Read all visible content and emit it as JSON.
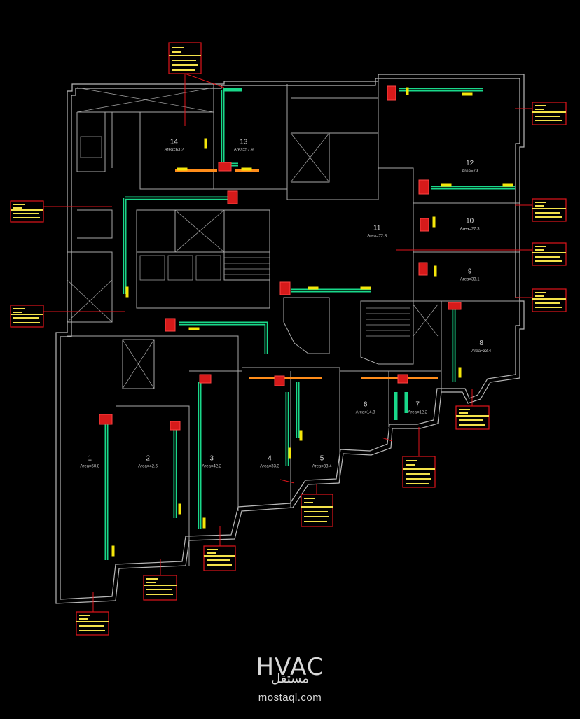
{
  "drawing": {
    "rooms": [
      {
        "id": "room-14",
        "number": "14",
        "area": "Area=63.2",
        "nx": 0.3,
        "ny": 0.2
      },
      {
        "id": "room-13",
        "number": "13",
        "area": "Area=57.9",
        "nx": 0.42,
        "ny": 0.2
      },
      {
        "id": "room-12",
        "number": "12",
        "area": "Area=79",
        "nx": 0.81,
        "ny": 0.23
      },
      {
        "id": "room-11",
        "number": "11",
        "area": "Area=72.8",
        "nx": 0.65,
        "ny": 0.32
      },
      {
        "id": "room-10",
        "number": "10",
        "area": "Area=27.3",
        "nx": 0.81,
        "ny": 0.31
      },
      {
        "id": "room-9",
        "number": "9",
        "area": "Area=33.1",
        "nx": 0.81,
        "ny": 0.38
      },
      {
        "id": "room-8",
        "number": "8",
        "area": "Area=33.4",
        "nx": 0.83,
        "ny": 0.48
      },
      {
        "id": "room-7",
        "number": "7",
        "area": "Area=12.2",
        "nx": 0.72,
        "ny": 0.565
      },
      {
        "id": "room-6",
        "number": "6",
        "area": "Area=14.8",
        "nx": 0.63,
        "ny": 0.565
      },
      {
        "id": "room-5",
        "number": "5",
        "area": "Area=33.4",
        "nx": 0.555,
        "ny": 0.64
      },
      {
        "id": "room-4",
        "number": "4",
        "area": "Area=33.3",
        "nx": 0.465,
        "ny": 0.64
      },
      {
        "id": "room-3",
        "number": "3",
        "area": "Area=42.2",
        "nx": 0.365,
        "ny": 0.64
      },
      {
        "id": "room-2",
        "number": "2",
        "area": "Area=42.6",
        "nx": 0.255,
        "ny": 0.64
      },
      {
        "id": "room-1",
        "number": "1",
        "area": "Area=50.8",
        "nx": 0.155,
        "ny": 0.64
      }
    ]
  },
  "watermark": {
    "title": "HVAC",
    "arabic": "مستقل",
    "url": "mostaql.com"
  }
}
